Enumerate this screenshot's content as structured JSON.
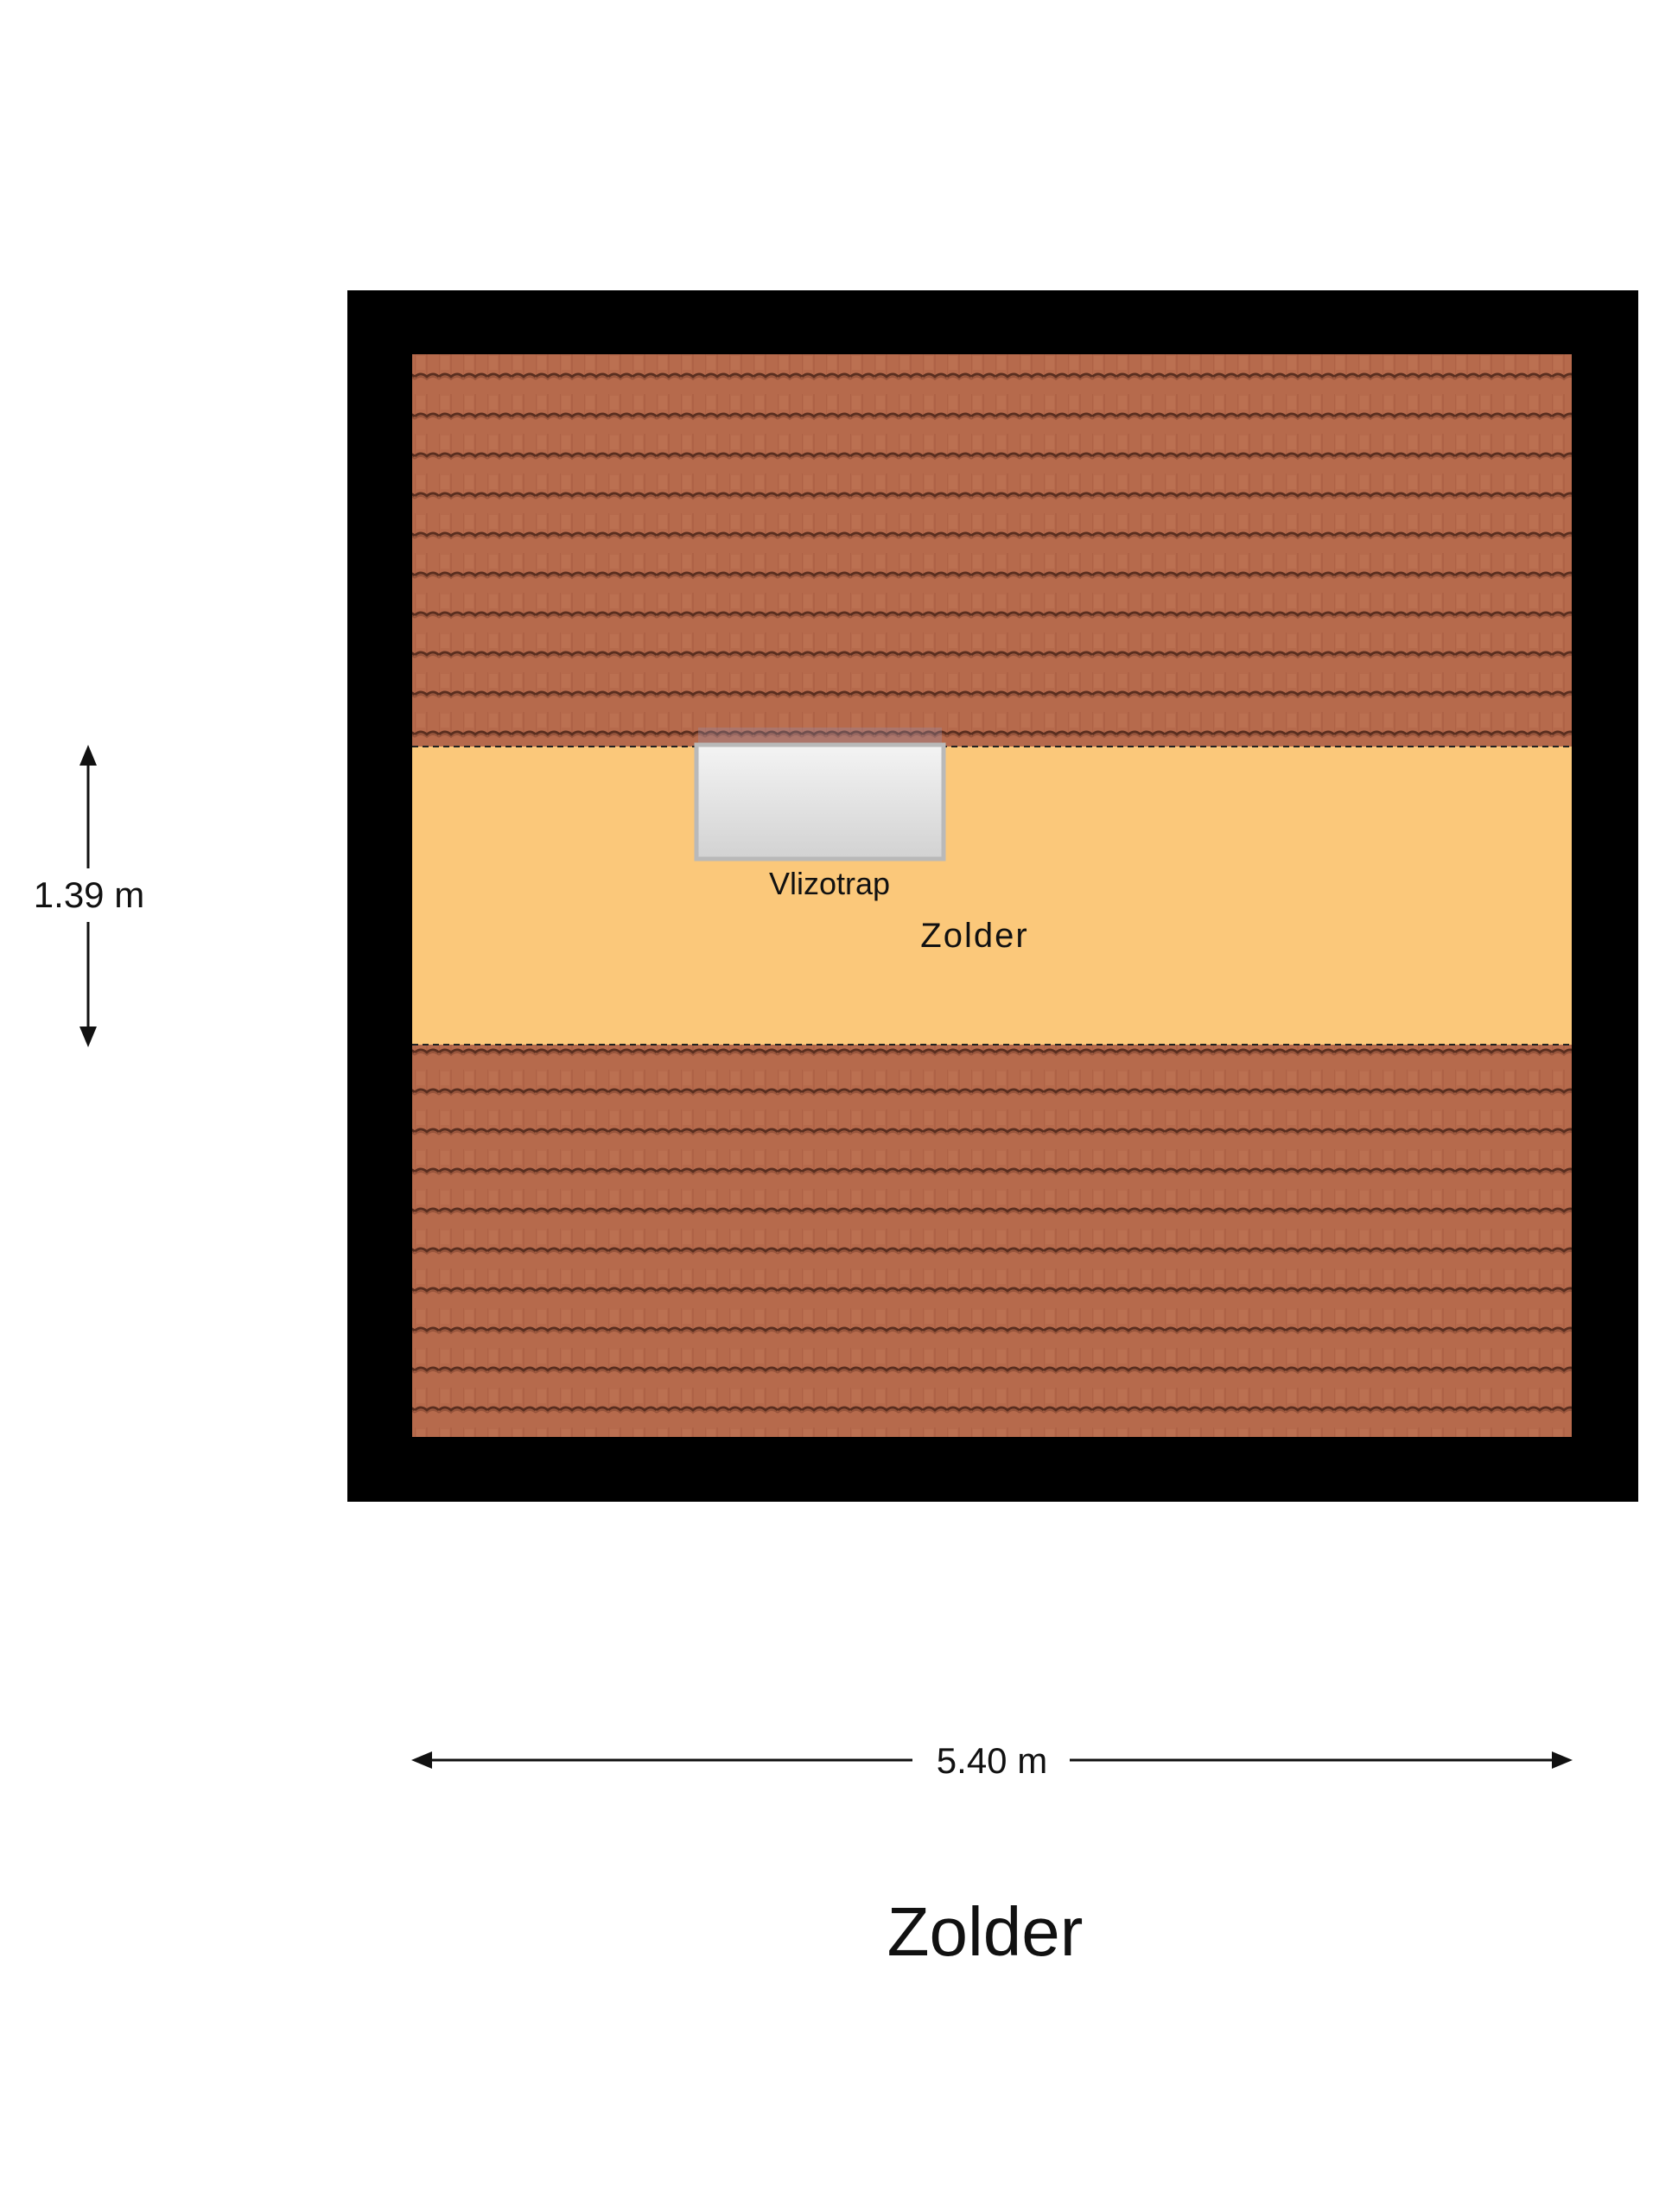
{
  "floor_title": "Zolder",
  "room": {
    "name": "Zolder",
    "stair_label": "Vlizotrap"
  },
  "dimensions": {
    "height_label": "1.39 m",
    "width_label": "5.40 m"
  },
  "colors": {
    "wall": "#000000",
    "roof_tile": "#b66a4c",
    "roof_tile_dark": "#5a2e1f",
    "floor": "#fbc87a",
    "stair_fill": "#dcdcdc",
    "stair_border": "#b9b9b9"
  }
}
